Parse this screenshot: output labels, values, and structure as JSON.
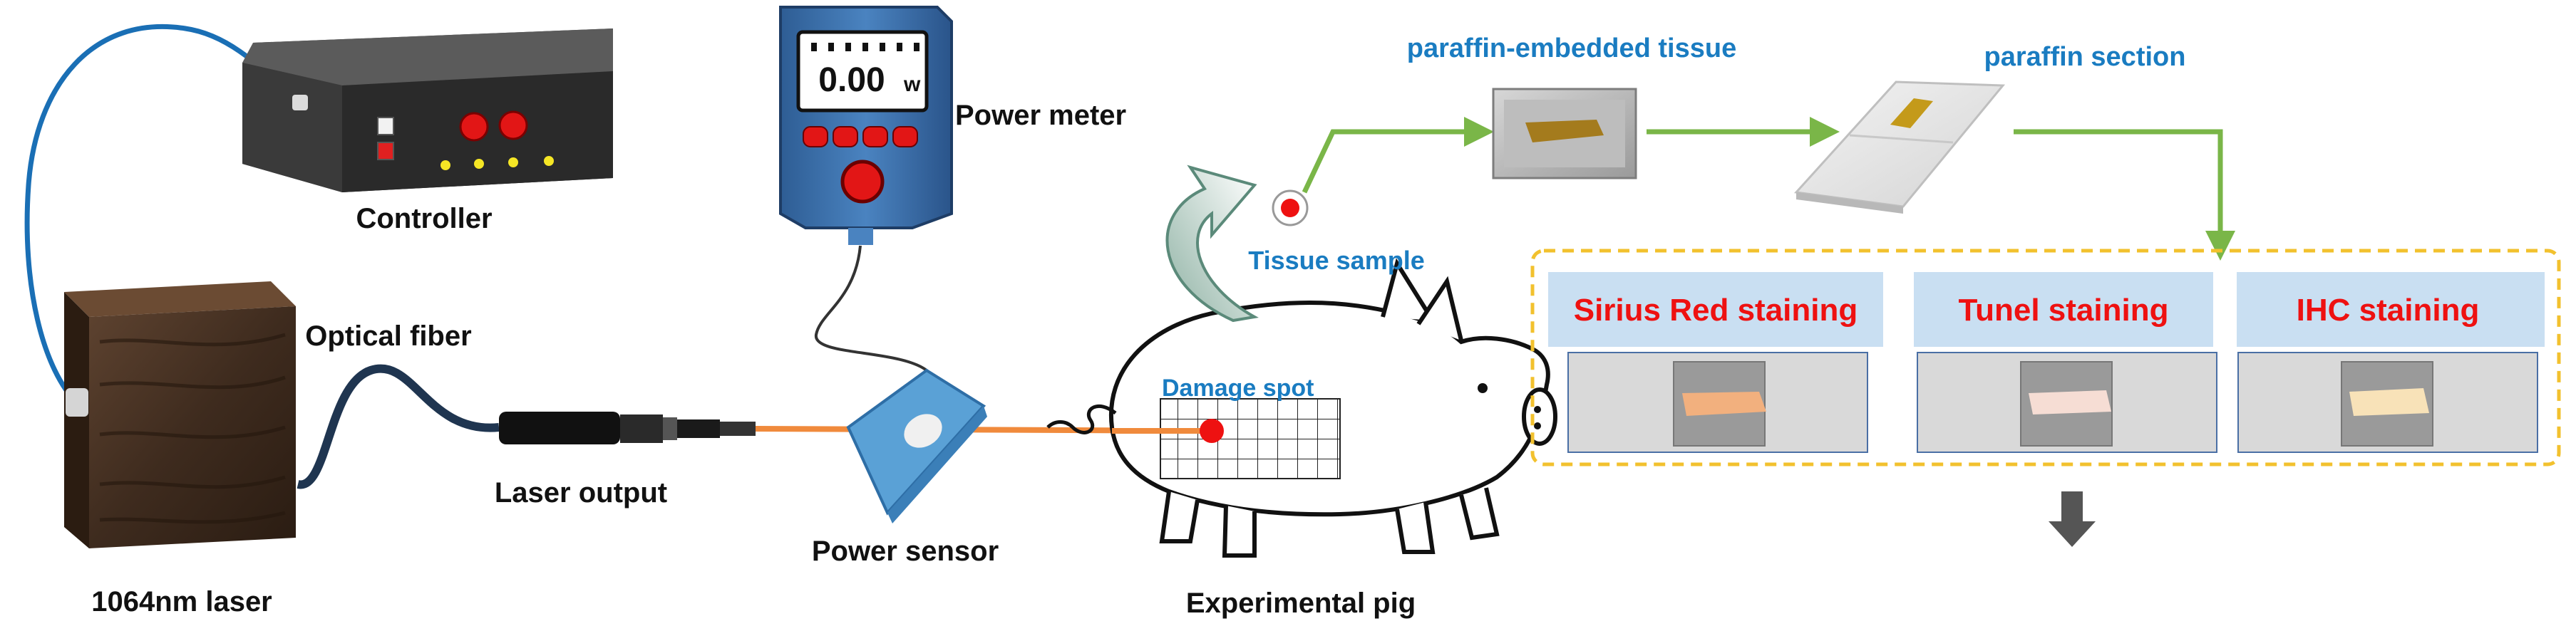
{
  "labels": {
    "controller": "Controller",
    "laser": "1064nm laser",
    "optical_fiber": "Optical fiber",
    "laser_output": "Laser output",
    "power_meter": "Power meter",
    "power_sensor": "Power sensor",
    "experimental_pig": "Experimental pig",
    "damage_spot": "Damage spot",
    "tissue_sample": "Tissue sample",
    "paraffin_embedded": "paraffin-embedded  tissue",
    "paraffin_section": "paraffin section"
  },
  "meter": {
    "reading": "0.00",
    "unit": "w"
  },
  "stains": [
    {
      "label": "Sirius Red staining",
      "color": "#f2b07e"
    },
    {
      "label": "Tunel staining",
      "color": "#f6ddd4"
    },
    {
      "label": "IHC staining",
      "color": "#f8e2b8"
    }
  ],
  "colors": {
    "fiber": "#1a6fb5",
    "laser_beam": "#f08a3c",
    "flow_arrow": "#7ab648",
    "dashed_box": "#f2c12e",
    "stain_header": "#c9dff2",
    "tissue_piece": "#a47b1d"
  }
}
